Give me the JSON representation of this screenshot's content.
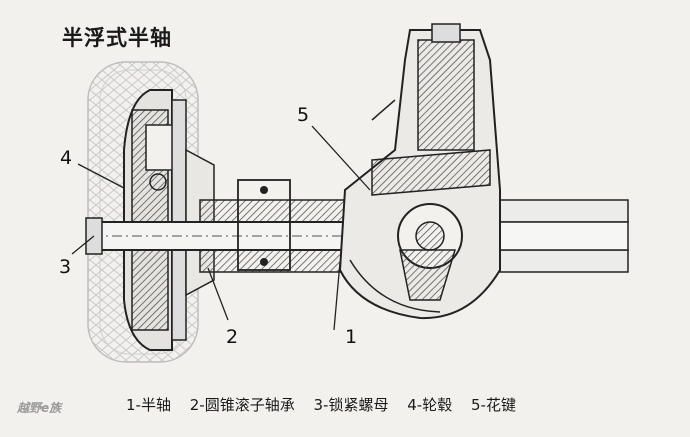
{
  "title": "半浮式半轴",
  "callouts": [
    "1",
    "2",
    "3",
    "4",
    "5"
  ],
  "legend": [
    "1-半轴",
    "2-圆锥滚子轴承",
    "3-锁紧螺母",
    "4-轮毂",
    "5-花键"
  ],
  "watermark": "越野e族",
  "colors": {
    "background": "#f2f1ee",
    "ink": "#1a1a1a"
  }
}
